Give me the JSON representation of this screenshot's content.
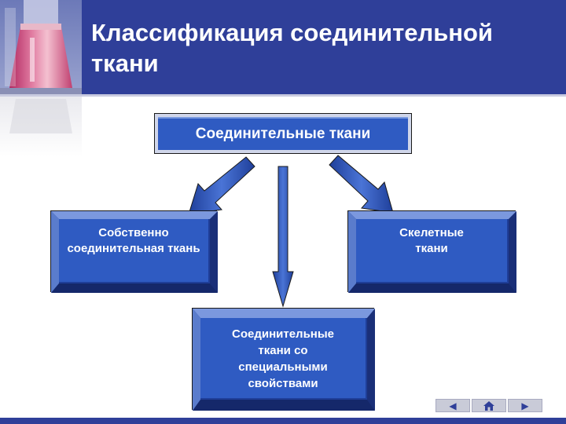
{
  "title": "Классификация соединительной ткани",
  "diagram": {
    "root": "Соединительные ткани",
    "children": [
      "Собственно соединительная ткань",
      "Соединительные ткани со специальными свойствами",
      "Скелетные ткани"
    ]
  },
  "colors": {
    "header": "#2f3f99",
    "box": "#2f5bc2",
    "arrow": "#2f5bc2"
  },
  "icons": [
    "flask-image",
    "prev-arrow-icon",
    "home-icon",
    "next-arrow-icon"
  ]
}
